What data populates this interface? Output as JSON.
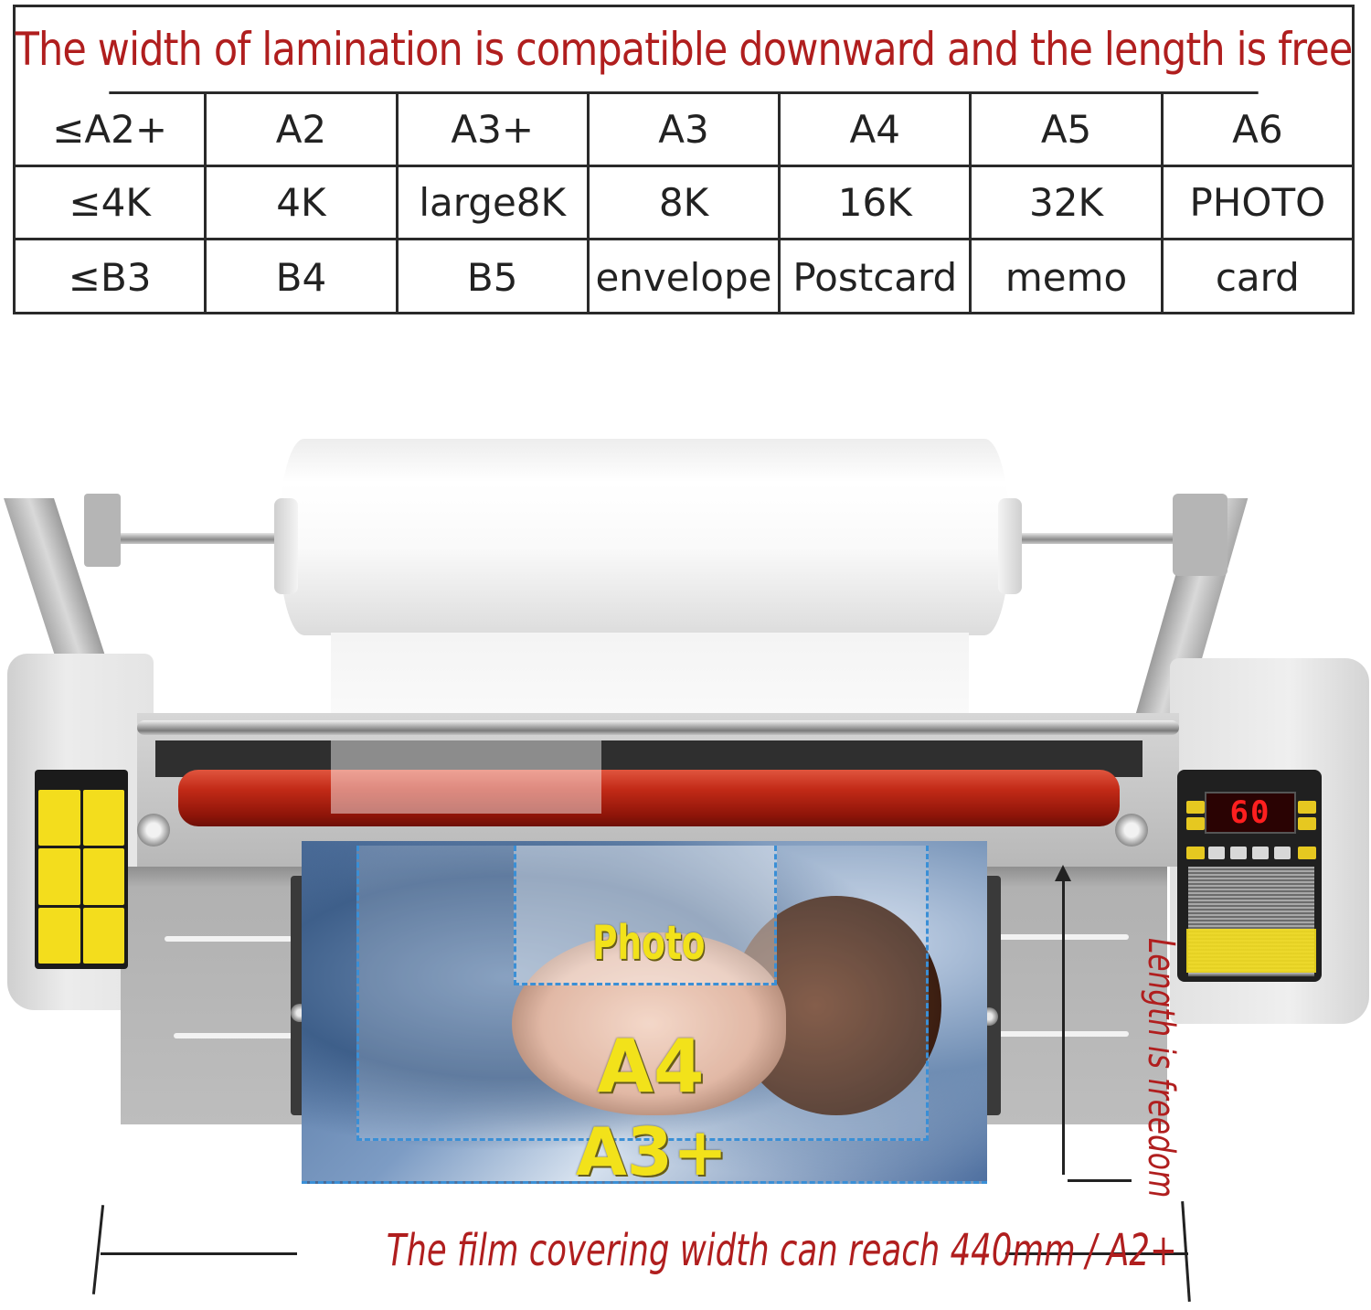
{
  "spec_table": {
    "title": "The width of lamination is compatible downward and the length is free",
    "rows": [
      [
        "≤A2+",
        "A2",
        "A3+",
        "A3",
        "A4",
        "A5",
        "A6"
      ],
      [
        "≤4K",
        "4K",
        "large8K",
        "8K",
        "16K",
        "32K",
        "PHOTO"
      ],
      [
        "≤B3",
        "B4",
        "B5",
        "envelope",
        "Postcard",
        "memo",
        "card"
      ]
    ]
  },
  "illustration": {
    "size_labels": {
      "photo": "Photo",
      "a4": "A4",
      "a3plus": "A3+"
    },
    "length_note": "Length is freedom",
    "width_note": "The film covering width can reach 440mm / A2+",
    "display_value": "60",
    "accent_color": "#b01e1e",
    "label_color": "#f2e21a",
    "roller_color": "#c22a17"
  }
}
